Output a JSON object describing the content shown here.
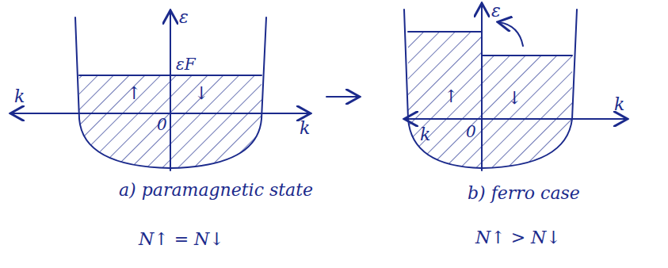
{
  "diagram": {
    "labels": [
      "ε",
      "εF",
      "k",
      "k",
      "↑",
      "0",
      "↓",
      "a) paramagnetic state",
      "N↑ = N↓",
      "ε",
      "k",
      "k",
      "↑",
      "0",
      "↓",
      "b) ferro case",
      "N↑ > N↓"
    ]
  }
}
